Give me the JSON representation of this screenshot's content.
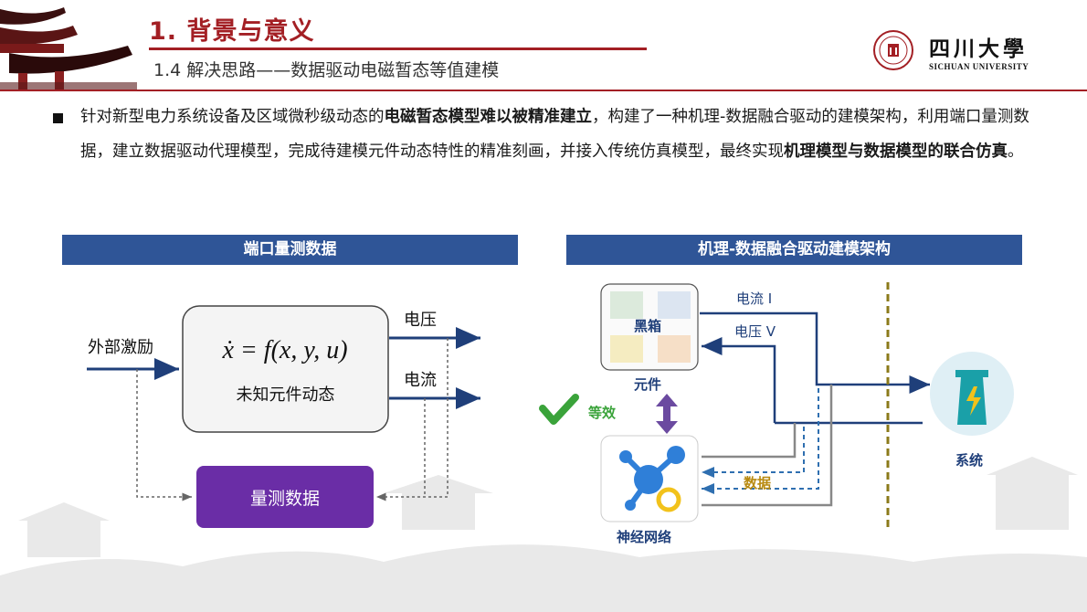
{
  "header": {
    "title": "1. 背景与意义",
    "subtitle": "1.4 解决思路——数据驱动电磁暂态等值建模",
    "logo_cn": "四川大學",
    "logo_en": "SICHUAN UNIVERSITY"
  },
  "paragraph": {
    "s1": "针对新型电力系统设备及区域微秒级动态的",
    "s1_bold": "电磁暂态模型难以被精准建立",
    "s2": "，构建了一种机理-数据融合驱动的建模架构，利用端口量测数据，建立数据驱动代理模型，完成待建模元件动态特性的精准刻画，并接入传统仿真模型，最终实现",
    "s2_bold": "机理模型与数据模型的联合仿真",
    "s3": "。"
  },
  "left_panel": {
    "banner": "端口量测数据",
    "input_label": "外部激励",
    "block_sublabel": "未知元件动态",
    "output_voltage": "电压",
    "output_current": "电流",
    "measure_box": "量测数据"
  },
  "right_panel": {
    "banner": "机理-数据融合驱动建模架构",
    "blackbox_label": "黑箱",
    "element_label": "元件",
    "current_label": "电流 I",
    "voltage_label": "电压 V",
    "equivalent_label": "等效",
    "data_label": "数据",
    "network_label": "神经网络",
    "system_label": "系统"
  },
  "colors": {
    "accent_red": "#a31f24",
    "banner_blue": "#2f5597",
    "measure_purple": "#6a2da6",
    "dark_blue": "#1f3f7a",
    "check_green": "#3aa33a",
    "dashed_gold": "#8b7a1a"
  },
  "icons": [
    "seal-icon",
    "roof-icon",
    "checkmark-icon",
    "double-arrow-icon",
    "neural-network-icon",
    "tower-icon",
    "blackbox-icon"
  ]
}
